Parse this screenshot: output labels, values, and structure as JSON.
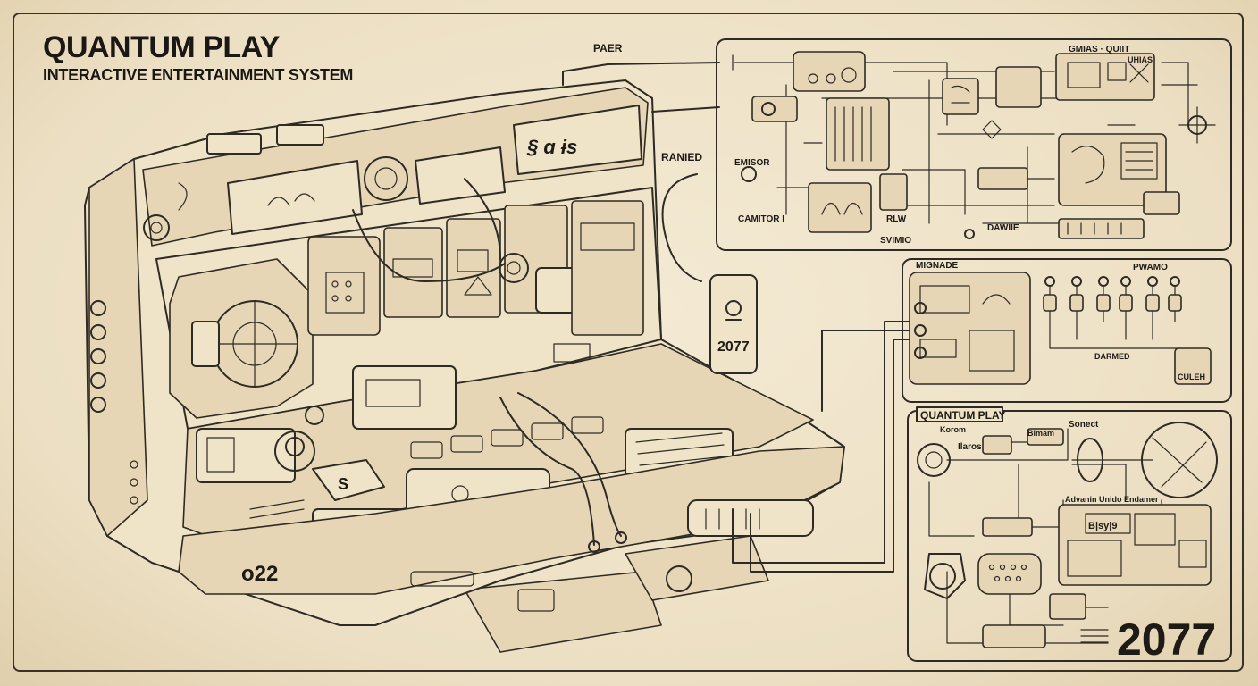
{
  "header": {
    "title": "QUANTUM PLAY",
    "subtitle": "INTERACTIVE ENTERTAINMENT SYSTEM"
  },
  "console": {
    "year_tag": "2077",
    "base_marking": "o22"
  },
  "panel_top": {
    "labels": {
      "paer": "PAER",
      "ranied": "RANIED",
      "emisor": "EMISOR",
      "camtor": "CAMITOR I",
      "gmias_quit": "GMIAS · QUIIT",
      "uhias": "UHIAS",
      "rlw": "RLW",
      "svimio": "SVIMIO",
      "dawiie": "DAWIIE"
    }
  },
  "panel_mid": {
    "labels": {
      "mignade": "MIGNADE",
      "pwamo": "PWAMO",
      "darmed": "DARMED",
      "culeh": "CULEH"
    }
  },
  "panel_bottom": {
    "title": "QUANTUM PLAY",
    "labels": {
      "sonect": "Sonect",
      "korom": "Korom",
      "ilaros": "Ilaros",
      "bimam": "Bimam",
      "advanced": "Advanin Unido  Endamer",
      "chip": "B|sy|9"
    },
    "year": "2077"
  },
  "colors": {
    "paper": "#ecdfc3",
    "ink": "#2e2a24"
  }
}
